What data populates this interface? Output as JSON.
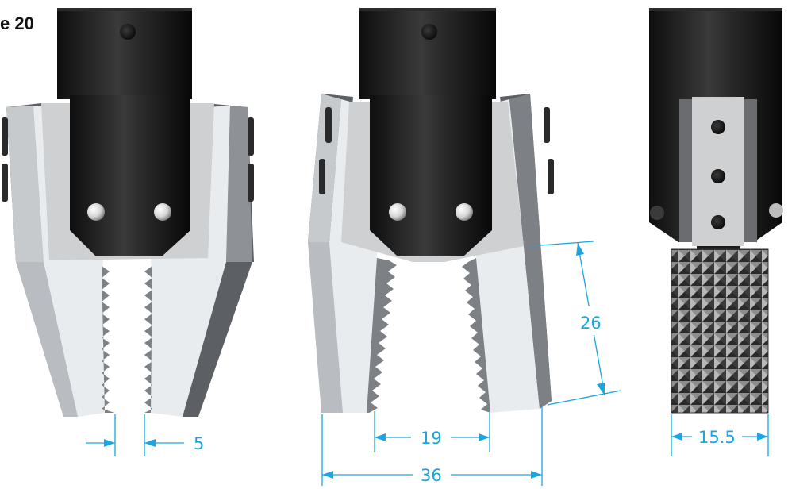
{
  "caption": "e 20",
  "colors": {
    "dimension": "#1aa6e0",
    "body_dark": "#1c1c1c",
    "jaw_light": "#e9ecef",
    "jaw_mid": "#b9bcc0",
    "jaw_dark": "#5c5f63",
    "plate": "#cfd0d1"
  },
  "views": {
    "left": {
      "dimension": "5"
    },
    "middle": {
      "dimension_height": "26",
      "dimension_inner": "19",
      "dimension_outer": "36"
    },
    "right": {
      "dimension": "15.5"
    }
  }
}
